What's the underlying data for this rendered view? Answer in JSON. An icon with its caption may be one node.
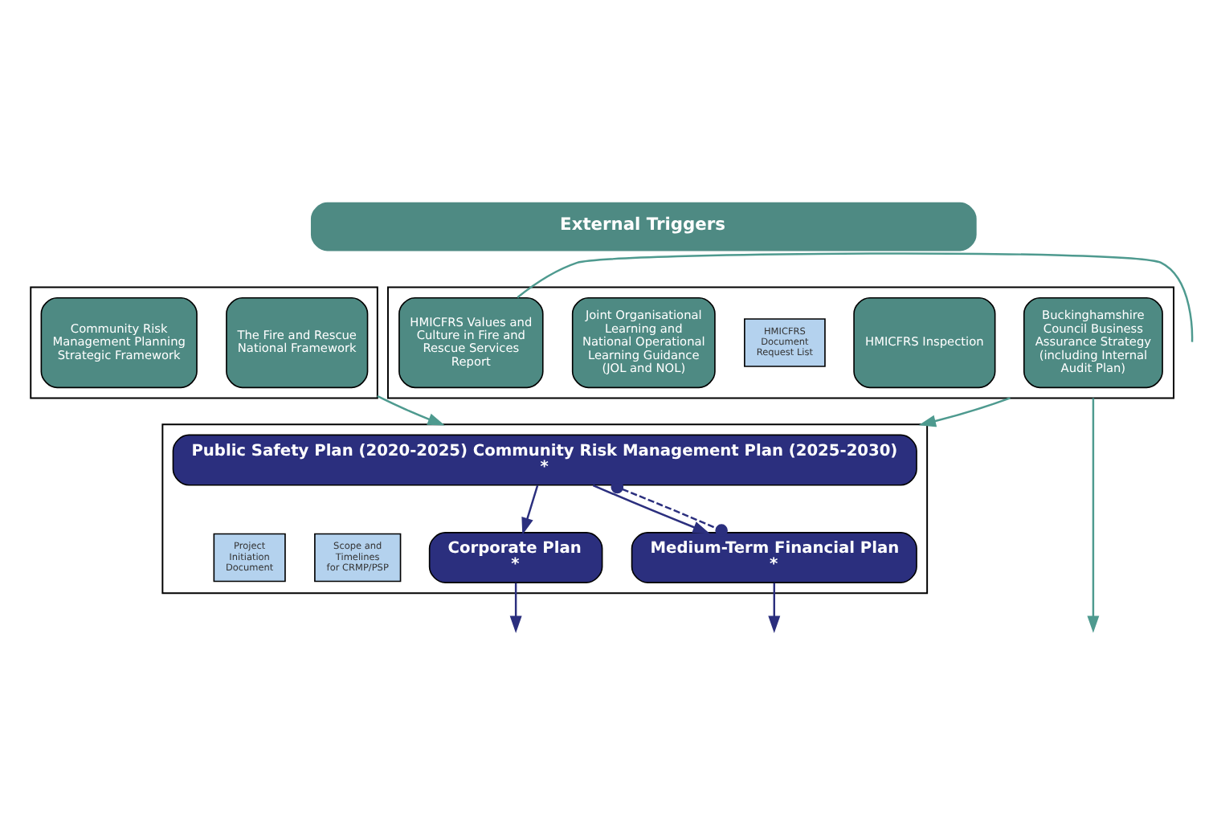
{
  "diagram": {
    "nodes": [
      {
        "text": [
          "External Triggers"
        ]
      },
      {
        "text": [],
        "shape": "box"
      },
      {
        "text": [
          "The Fire and Rescue National Framework"
        ],
        "in": 1
      },
      {
        "text": [
          "Community Risk Management Planning Strategic Framework"
        ],
        "in": 1
      },
      {
        "text": [],
        "shape": "box"
      },
      {
        "text": [
          "Buckinghamshire Council Business Assurance Strategy (including Internal Audit Plan)"
        ],
        "in": 4
      },
      {
        "text": [
          "HMICFRS Inspection"
        ],
        "in": 4
      },
      {
        "text": [
          "HMICFRS Document Request List"
        ],
        "in": 4
      },
      {
        "text": [
          "Joint Organisational Learning and National Operational Learning Guidance (JOL and NOL)"
        ],
        "in": 4
      },
      {
        "text": [
          "HMICFRS Values and Culture in Fire and Rescue Services Report"
        ],
        "in": 4
      },
      {
        "text": [],
        "shape": "box"
      },
      {
        "text": [
          "Public Safety Plan (2020-2025) Community Risk Management Plan (2025-2030)",
          "*"
        ],
        "in": 10
      },
      {
        "text": [
          "Project Initiation Document"
        ],
        "in": 10
      },
      {
        "text": [
          "Scope and Timelines for CRMP/PSP"
        ],
        "in": 10
      },
      {
        "text": [
          "Corporate Plan",
          "*"
        ],
        "in": 10
      },
      {
        "text": [
          "Medium-Term Financial Plan",
          "*"
        ],
        "in": 10
      }
    ],
    "edges": [
      {
        "from": 1,
        "to": 10,
        "arrow": "to",
        "color": "#4e9a8f"
      },
      {
        "from": 4,
        "to": 10,
        "arrow": "to",
        "color": "#4e9a8f"
      },
      {
        "from": 4,
        "to": null,
        "arrow": "to",
        "color": "#4e9a8f"
      },
      {
        "from": 9,
        "to": null,
        "arrow": "none",
        "color": "#4e9a8f"
      },
      {
        "from": 11,
        "to": 14,
        "arrow": "to"
      },
      {
        "from": 11,
        "to": 15,
        "arrow": "to"
      },
      {
        "from": 11,
        "to": 15,
        "arrow": "other",
        "style": "dashed"
      },
      {
        "from": 14,
        "to": null,
        "arrow": "to"
      },
      {
        "from": 15,
        "to": null,
        "arrow": "to"
      }
    ]
  }
}
